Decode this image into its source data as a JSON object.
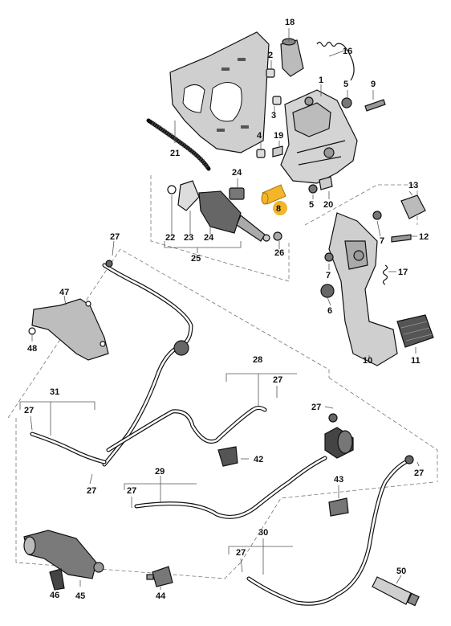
{
  "labels": {
    "l1": "1",
    "l2": "2",
    "l3": "3",
    "l4": "4",
    "l5a": "5",
    "l5b": "5",
    "l6": "6",
    "l7a": "7",
    "l7b": "7",
    "l8": "8",
    "l9": "9",
    "l10": "10",
    "l11": "11",
    "l12": "12",
    "l13": "13",
    "l16": "16",
    "l17": "17",
    "l18": "18",
    "l19": "19",
    "l20": "20",
    "l21": "21",
    "l22": "22",
    "l23": "23",
    "l24a": "24",
    "l24b": "24",
    "l25": "25",
    "l26": "26",
    "l27a": "27",
    "l27b": "27",
    "l27c": "27",
    "l27d": "27",
    "l27e": "27",
    "l27f": "27",
    "l27g": "27",
    "l27h": "27",
    "l28": "28",
    "l29": "29",
    "l30": "30",
    "l31": "31",
    "l42": "42",
    "l43": "43",
    "l44": "44",
    "l45": "45",
    "l46": "46",
    "l47": "47",
    "l48": "48",
    "l50": "50"
  },
  "colors": {
    "highlight": "#f3b62a",
    "part_fill": "#d9d9d9",
    "part_dark": "#6e6e6e",
    "line": "#111111"
  },
  "highlighted_part": "8"
}
